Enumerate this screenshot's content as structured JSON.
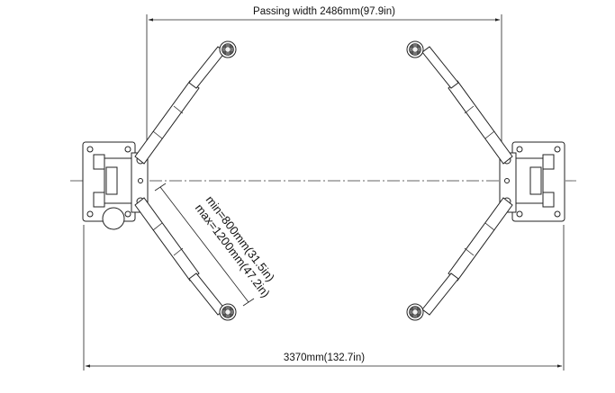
{
  "dimensions": {
    "passing_width": "Passing width 2486mm(97.9in)",
    "total_width": "3370mm(132.7in)",
    "arm_min": "min=800mm(31.5in)",
    "arm_max": "max=1200mm(47.2in)"
  }
}
